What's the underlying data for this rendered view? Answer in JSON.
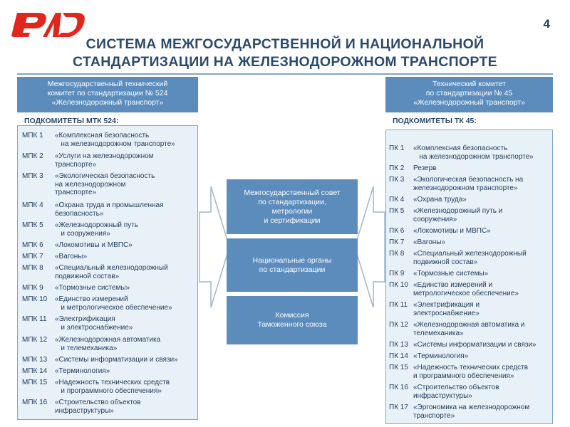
{
  "page_number": "4",
  "title": {
    "line1": "СИСТЕМА МЕЖГОСУДАРСТВЕННОЙ И НАЦИОНАЛЬНОЙ",
    "line2": "СТАНДАРТИЗАЦИИ НА ЖЕЛЕЗНОДОРОЖНОМ ТРАНСПОРТЕ"
  },
  "colors": {
    "brand": "#e1261c",
    "box": "#5b8cbc",
    "panel": "#e9f1f8",
    "text": "#1f3a5a"
  },
  "left_committee": {
    "line1": "Межгосударственный технический",
    "line2": "комитет по стандартизации № 524",
    "line3": "«Железнодорожный транспорт»",
    "subcommittees_title": "ПОДКОМИТЕТЫ МТК 524:",
    "items": [
      {
        "code": "МПК 1",
        "text": "«Комплексная безопасность\n   на железнодорожном транспорте»"
      },
      {
        "code": "МПК 2",
        "text": "«Услуги на железнодорожном\nтранспорте»"
      },
      {
        "code": "МПК 3",
        "text": "«Экологическая безопасность\nна железнодорожном\nтранспорте»"
      },
      {
        "code": "МПК 4",
        "text": "«Охрана труда и промышленная\nбезопасность»"
      },
      {
        "code": "МПК 5",
        "text": "«Железнодорожный путь\n   и сооружения»"
      },
      {
        "code": "МПК 6",
        "text": "«Локомотивы и МВПС»"
      },
      {
        "code": "МПК 7",
        "text": "«Вагоны»"
      },
      {
        "code": "МПК 8",
        "text": "«Специальный железнодорожный\nподвижной состав»"
      },
      {
        "code": "МПК 9",
        "text": "«Тормозные системы»"
      },
      {
        "code": "МПК 10",
        "text": "«Единство измерений\n   и метрологическое обеспечение»"
      },
      {
        "code": "МПК 11",
        "text": "«Электрификация\n   и электроснабжение»"
      },
      {
        "code": "МПК 12",
        "text": "«Железнодорожная автоматика\n   и телемеханика»"
      },
      {
        "code": "МПК 13",
        "text": "«Системы информатизации и связи»"
      },
      {
        "code": "МПК 14",
        "text": "«Терминология»"
      },
      {
        "code": "МПК 15",
        "text": "«Надежность технических средств\n   и программного обеспечения»"
      },
      {
        "code": "МПК 16",
        "text": "«Строительство объектов\nинфраструктуры»"
      }
    ]
  },
  "right_committee": {
    "line1": "Технический комитет",
    "line2": "по стандартизации № 45",
    "line3": "«Железнодорожный транспорт»",
    "subcommittees_title": "ПОДКОМИТЕТЫ ТК 45:",
    "items": [
      {
        "code": "ПК 1",
        "text": "«Комплексная безопасность\n   на железнодорожном транспорте»"
      },
      {
        "code": "ПК 2",
        "text": "Резерв"
      },
      {
        "code": "ПК 3",
        "text": "«Экологическая безопасность на\nжелезнодорожном транспорте»"
      },
      {
        "code": "ПК 4",
        "text": "«Охрана труда»"
      },
      {
        "code": "ПК 5",
        "text": "«Железнодорожный путь и\nсооружения»"
      },
      {
        "code": "ПК 6",
        "text": "«Локомотивы и МВПС»"
      },
      {
        "code": "ПК 7",
        "text": "«Вагоны»"
      },
      {
        "code": "ПК 8",
        "text": "«Специальный железнодорожный\nподвижной состав»"
      },
      {
        "code": "ПК 9",
        "text": "«Тормозные системы»"
      },
      {
        "code": "ПК 10",
        "text": "«Единство измерений и\nметрологическое обеспечение»"
      },
      {
        "code": "ПК 11",
        "text": "«Электрификация и\nэлектроснабжение»"
      },
      {
        "code": "ПК 12",
        "text": "«Железнодорожная автоматика и\nтелемеханика»"
      },
      {
        "code": "ПК 13",
        "text": "«Системы информатизации и связи»"
      },
      {
        "code": "ПК 14",
        "text": "«Терминология»"
      },
      {
        "code": "ПК 15",
        "text": "«Надежность технических средств\nи программного обеспечения»"
      },
      {
        "code": "ПК 16",
        "text": "«Строительство объектов\nинфраструктуры»"
      },
      {
        "code": "ПК 17",
        "text": "«Эргономика на железнодорожном\nтранспорте»"
      }
    ]
  },
  "center": {
    "box1": "Межгосударственный совет\nпо стандартизации,\nметрологии\nи сертификации",
    "box2": "Национальные органы\nпо стандартизации",
    "box3": "Комиссия\nТаможенного союза"
  }
}
